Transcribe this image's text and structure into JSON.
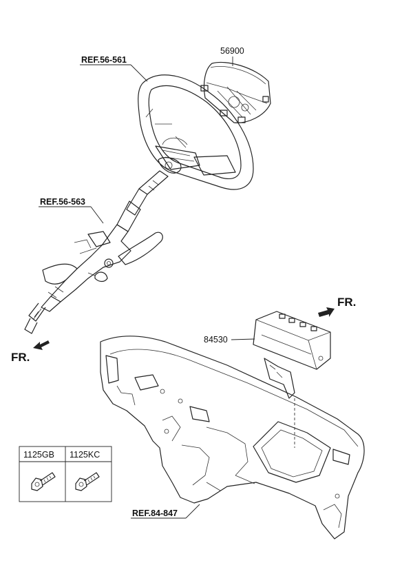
{
  "parts": {
    "airbag_module": "56900",
    "passenger_airbag": "84530"
  },
  "references": {
    "steering_wheel": "REF.56-561",
    "steering_column": "REF.56-563",
    "crash_pad": "REF.84-847"
  },
  "directions": {
    "front_left": "FR.",
    "front_right": "FR."
  },
  "fastener_table": {
    "headers": [
      "1125GB",
      "1125KC"
    ]
  }
}
